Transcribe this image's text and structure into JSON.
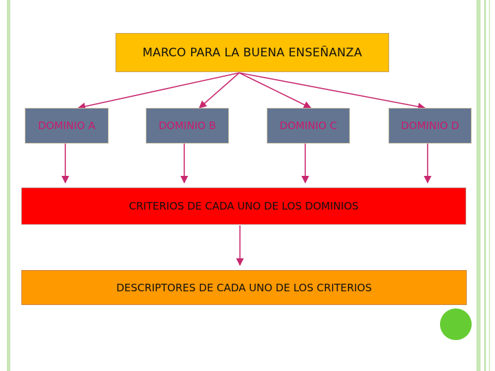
{
  "diagram": {
    "root": {
      "label": "MARCO PARA LA BUENA ENSEÑANZA"
    },
    "domains": [
      {
        "label": "DOMINIO A"
      },
      {
        "label": "DOMINIO B"
      },
      {
        "label": "DOMINIO C"
      },
      {
        "label": "DOMINIO D"
      }
    ],
    "criteria": {
      "label": "CRITERIOS DE CADA UNO DE LOS DOMINIOS"
    },
    "descriptors": {
      "label": "DESCRIPTORES DE CADA UNO DE LOS CRITERIOS"
    }
  },
  "colors": {
    "root_fill": "#ffc000",
    "domain_fill": "#637591",
    "domain_text": "#cc1a6d",
    "criteria_fill": "#ff0000",
    "descriptors_fill": "#ff9900",
    "arrow": "#c8286e",
    "frame_green": "#c9e6b6",
    "accent_dot": "#66cc33"
  }
}
